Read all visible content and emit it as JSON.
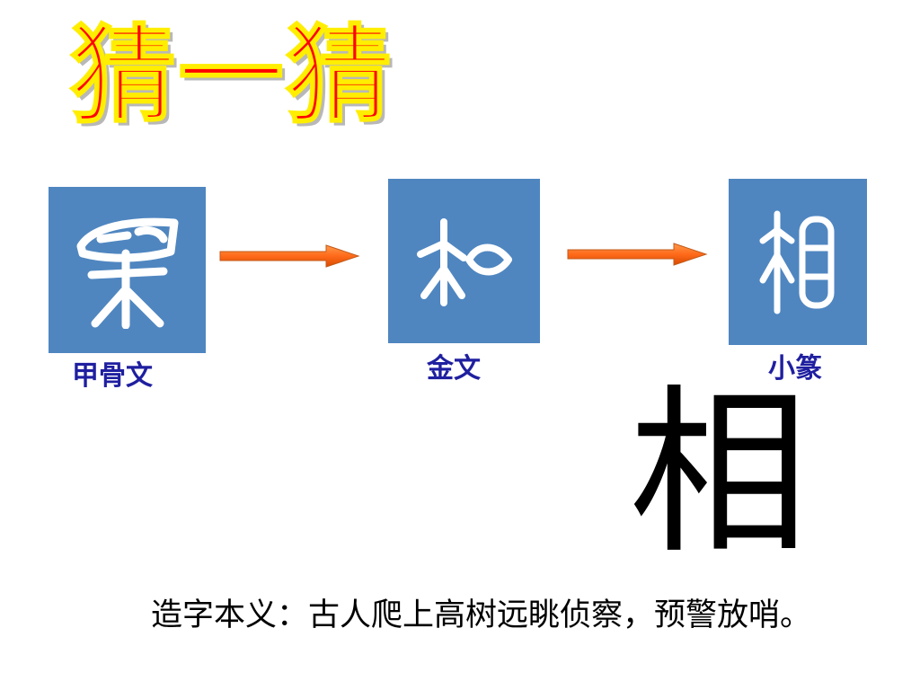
{
  "title": "猜一猜",
  "stages": [
    {
      "label": "甲骨文",
      "icon": "oracle-bone-xiang-glyph-icon"
    },
    {
      "label": "金文",
      "icon": "bronze-inscription-xiang-glyph-icon"
    },
    {
      "label": "小篆",
      "icon": "small-seal-xiang-glyph-icon"
    }
  ],
  "arrow_icon": "right-arrow-icon",
  "character": "相",
  "meaning": "造字本义：古人爬上高树远眺侦察，预警放哨。",
  "colors": {
    "title": "#ff0000",
    "title_outline": "#ffee00",
    "tile_background": "#4f86c0",
    "glyph": "#ffffff",
    "label": "#1f1fa0",
    "arrow": "#ff6a1a"
  }
}
